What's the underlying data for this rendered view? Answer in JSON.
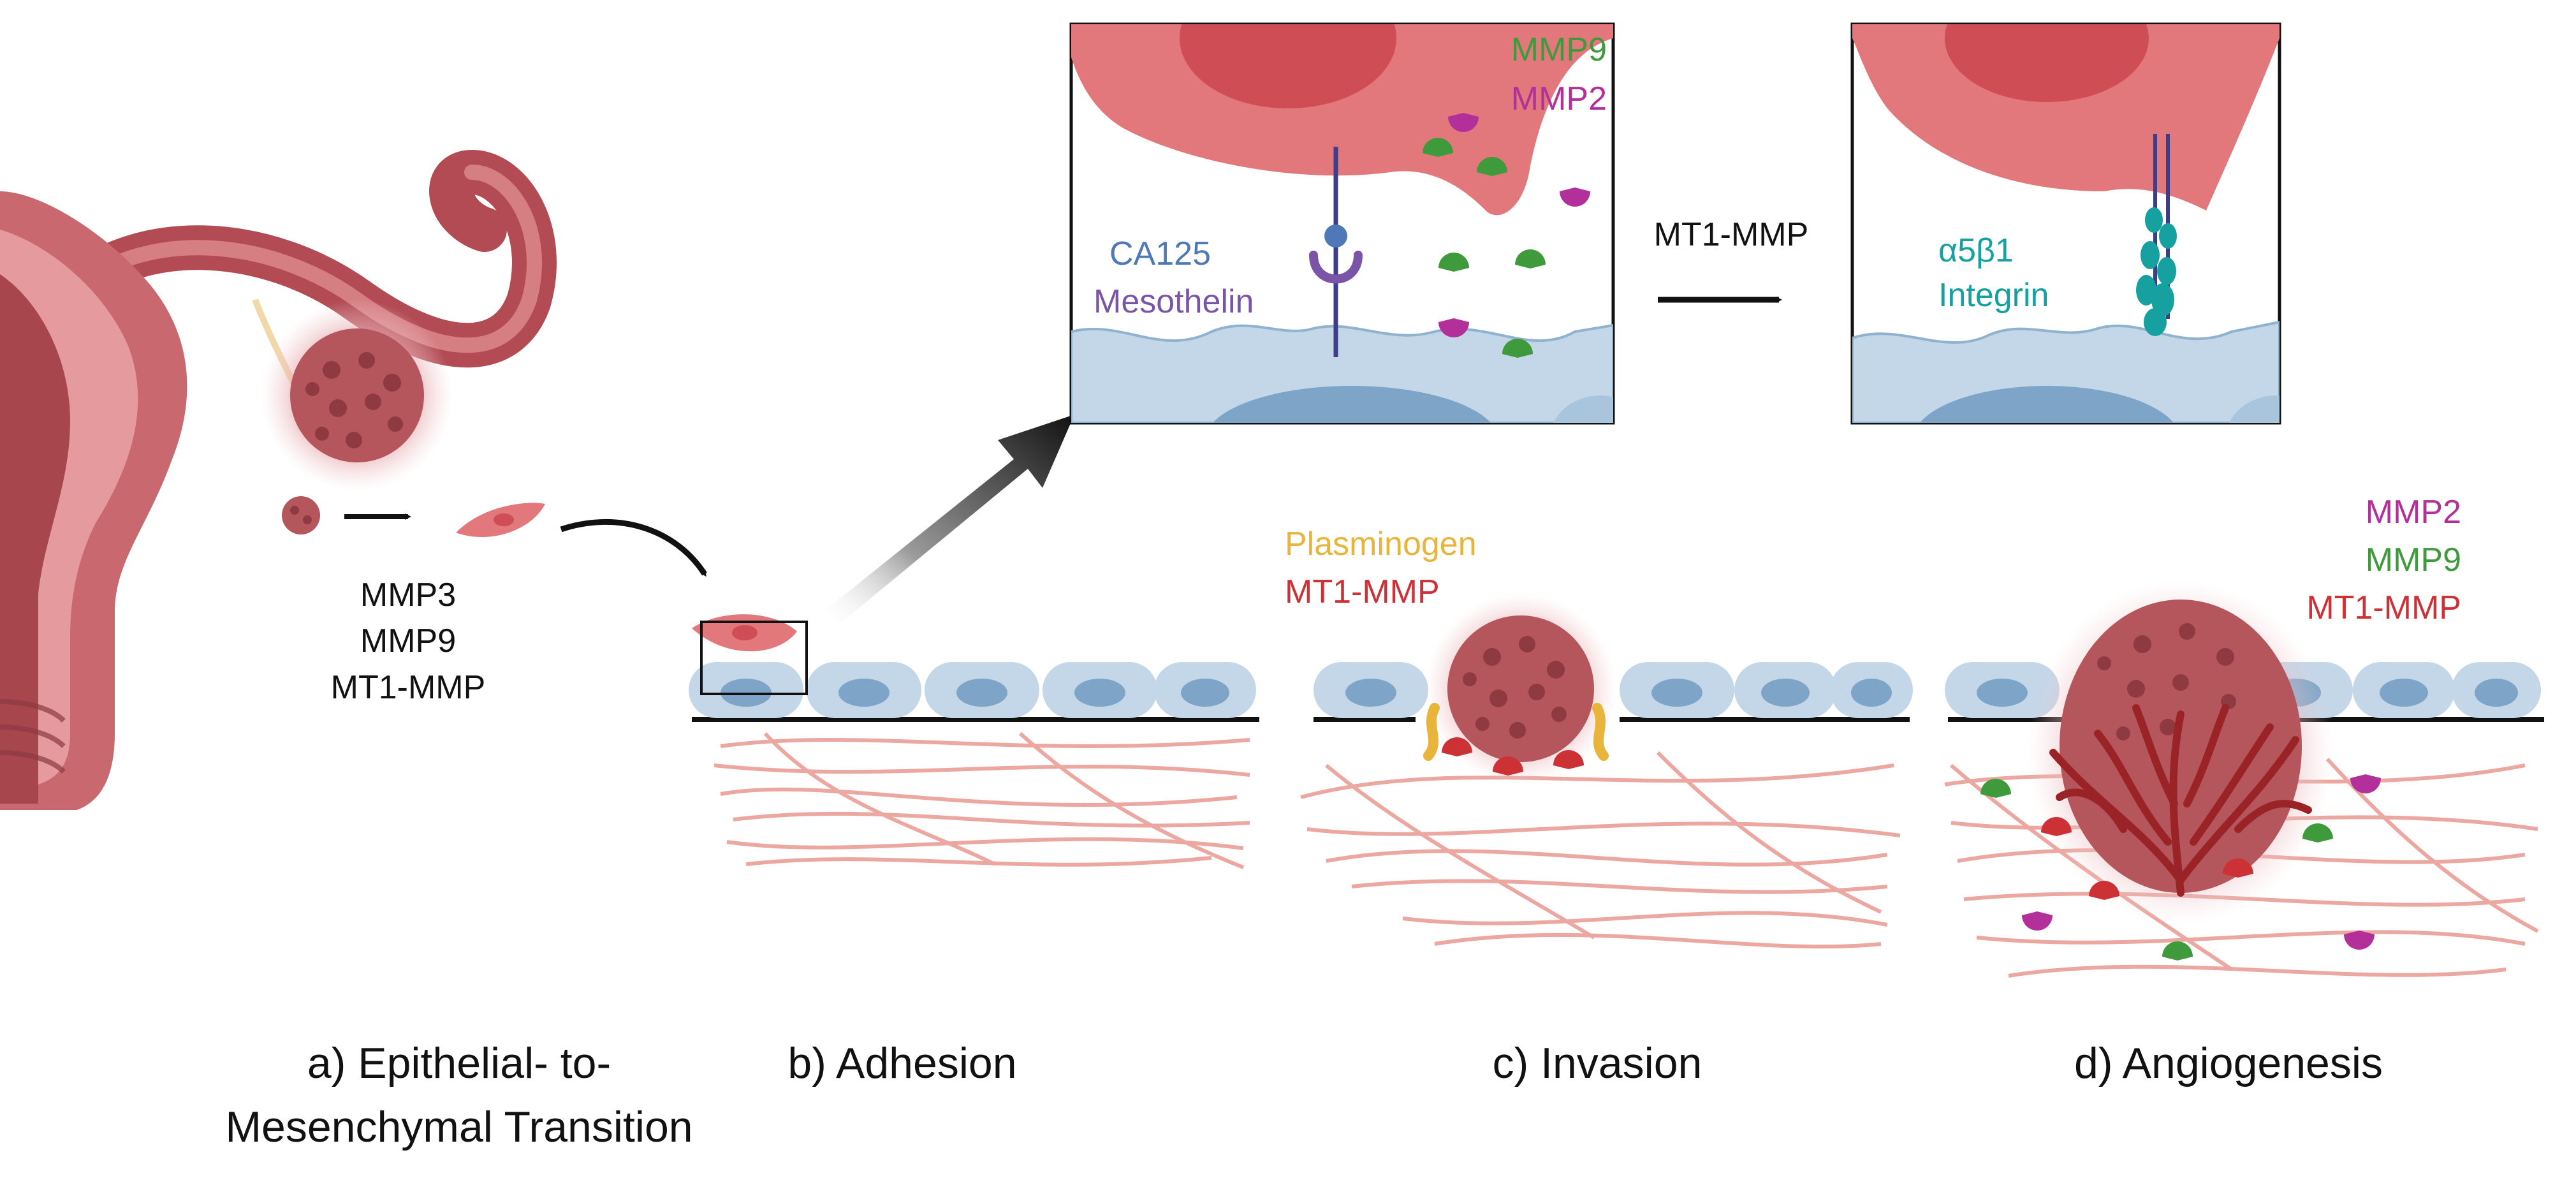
{
  "colors": {
    "tissue": "#c9686e",
    "tissue_dark": "#8e3a40",
    "cell_red": "#e2787b",
    "cell_nucleus": "#cf4d54",
    "meso_cell": "#c3d7e8",
    "meso_nucleus": "#7ea5c8",
    "fibre": "#eba7a0",
    "mmp9_green": "#3f9a3c",
    "mmp2_magenta": "#b3309a",
    "mt1_red": "#cc3135",
    "ca125_blue": "#4e78b8",
    "mesothelin_purple": "#7a54a6",
    "integrin_teal": "#17a0a0",
    "plasminogen_yellow": "#e8b43a"
  },
  "panel_a": {
    "labels": [
      "MMP3",
      "MMP9",
      "MT1-MMP"
    ],
    "caption_line1": "a) Epithelial- to-",
    "caption_line2": "Mesenchymal Transition"
  },
  "panel_b": {
    "caption": "b) Adhesion",
    "inset1": {
      "label_ca125": "CA125",
      "label_mesothelin": "Mesothelin",
      "label_mmp9": "MMP9",
      "label_mmp2": "MMP2"
    },
    "arrow_label": "MT1-MMP",
    "inset2": {
      "label_line1": "α5β1",
      "label_line2": "Integrin"
    }
  },
  "panel_c": {
    "caption": "c) Invasion",
    "label_plasminogen": "Plasminogen",
    "label_mt1": "MT1-MMP"
  },
  "panel_d": {
    "caption": "d) Angiogenesis",
    "label_mmp2": "MMP2",
    "label_mmp9": "MMP9",
    "label_mt1": "MT1-MMP"
  }
}
